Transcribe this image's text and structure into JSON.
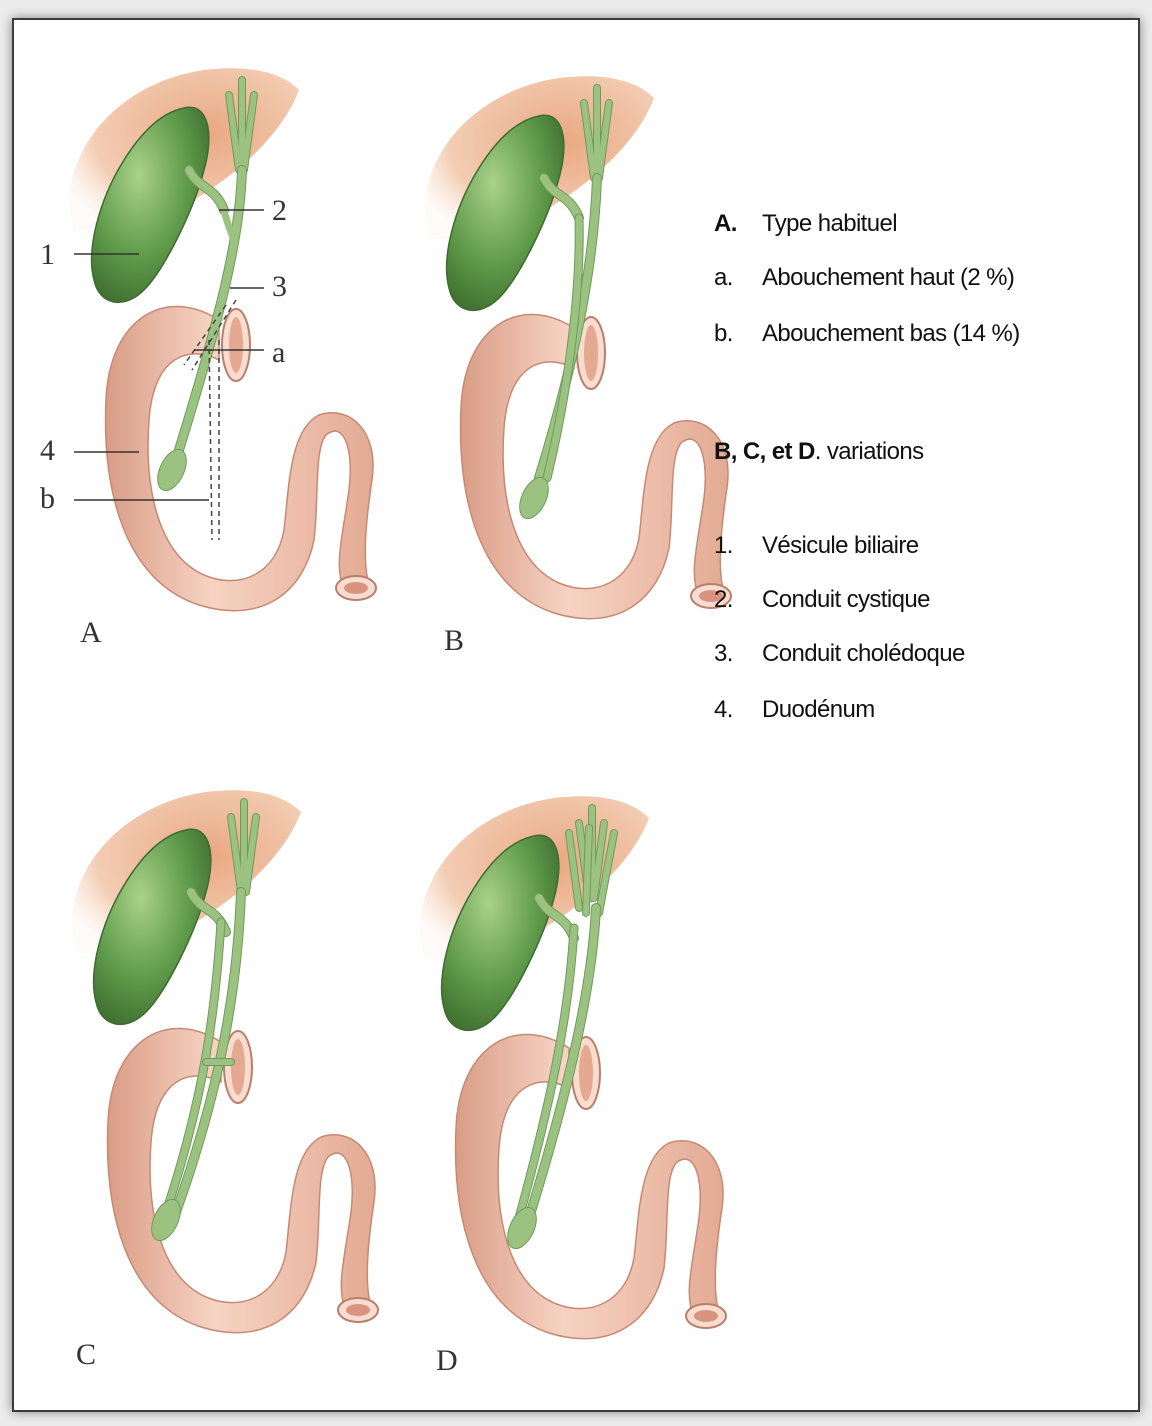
{
  "panels": [
    {
      "id": "A",
      "letter": "A",
      "labeled": true
    },
    {
      "id": "B",
      "letter": "B",
      "labeled": false
    },
    {
      "id": "C",
      "letter": "C",
      "labeled": false
    },
    {
      "id": "D",
      "letter": "D",
      "labeled": false
    }
  ],
  "panel_a_labels": {
    "n1": "1",
    "n2": "2",
    "n3": "3",
    "na": "a",
    "n4": "4",
    "nb": "b"
  },
  "legend": {
    "type_key": "A.",
    "type_text": "Type habituel",
    "a_key": "a.",
    "a_text": "Abouchement haut (2 %)",
    "b_key": "b.",
    "b_text": "Abouchement bas (14 %)",
    "variations_keys": "B, C, et D",
    "variations_text": ". variations",
    "items": [
      {
        "key": "1.",
        "text": "Vésicule biliaire"
      },
      {
        "key": "2.",
        "text": "Conduit cystique"
      },
      {
        "key": "3.",
        "text": "Conduit cholédoque"
      },
      {
        "key": "4.",
        "text": "Duodénum"
      }
    ]
  },
  "colors": {
    "liver": "#e9b08d",
    "gallbladder": "#5f9a4a",
    "duct": "#9cc281",
    "duodenum": "#f2c3ad",
    "frame": "#3a3a3a"
  }
}
